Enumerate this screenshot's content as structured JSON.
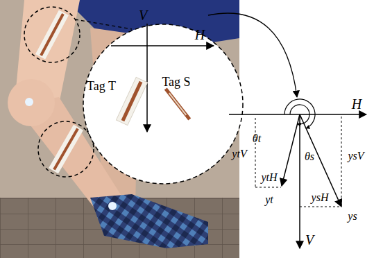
{
  "diagram": {
    "labels": [
      "V",
      "H",
      "Tag T",
      "Tag S",
      "H",
      "θt",
      "θs",
      "ytV",
      "ytH",
      "yt",
      "ysH",
      "ys",
      "ysV",
      "V"
    ]
  }
}
